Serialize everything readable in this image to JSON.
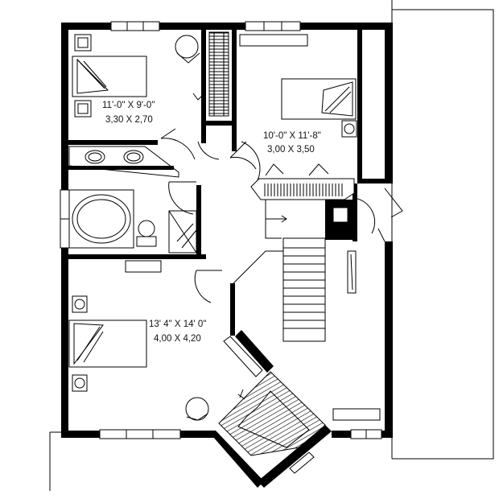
{
  "floor_plan": {
    "rooms": [
      {
        "id": "bedroom-2",
        "dim_imperial": "11'-0\" X 9'-0\"",
        "dim_metric": "3,30 X 2,70"
      },
      {
        "id": "bedroom-3",
        "dim_imperial": "10'-0\" X 11'-8\"",
        "dim_metric": "3,00 X 3,50"
      },
      {
        "id": "master-bedroom",
        "dim_imperial": "13' 4\" X 14' 0\"",
        "dim_metric": "4,00 X 4,20"
      }
    ],
    "colors": {
      "wall": "#000000",
      "line": "#000000",
      "background": "#ffffff"
    }
  }
}
